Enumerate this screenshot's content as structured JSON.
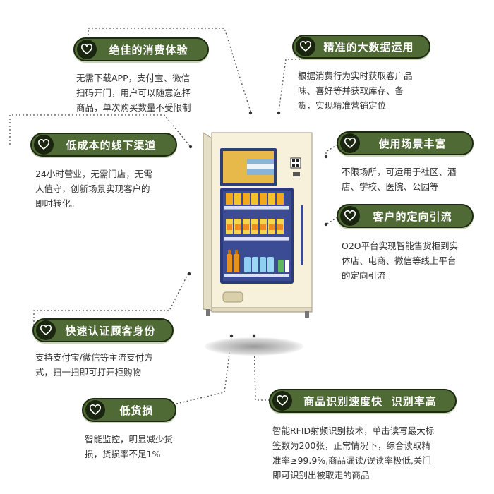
{
  "features": [
    {
      "id": "consumer-experience",
      "title": "绝佳的消费体验",
      "lines": [
        "无需下载APP，支付宝、微信",
        "扫码开门，用户可以随意选择",
        "商品，单次购买数量不受限制"
      ]
    },
    {
      "id": "big-data",
      "title": "精准的大数据运用",
      "lines": [
        "根据消费行为实时获取客户品",
        "味、喜好等并获取库存、备",
        "货，实现精准营销定位"
      ]
    },
    {
      "id": "low-cost-channel",
      "title": "低成本的线下渠道",
      "lines": [
        "24小时营业，无需门店，无需",
        "人值守，创新场景实现客户的",
        "即时转化。"
      ]
    },
    {
      "id": "rich-scenarios",
      "title": "使用场景丰富",
      "lines": [
        "不限场所，可运用于社区、酒",
        "店、学校、医院、公园等"
      ]
    },
    {
      "id": "targeted-traffic",
      "title": "客户的定向引流",
      "lines": [
        "O2O平台实现智能售货柜到实",
        "体店、电商、微信等线上平台",
        "的定向引流"
      ]
    },
    {
      "id": "fast-auth",
      "title": "快速认证顾客身份",
      "lines": [
        "支持支付宝/微信等主流支付方",
        "式，扫一扫即可打开柜购物"
      ]
    },
    {
      "id": "low-loss",
      "title": "低货损",
      "lines": [
        "智能监控，明显减少货",
        "损，货损率不足1%"
      ]
    },
    {
      "id": "fast-recognition",
      "title": "商品识别速度快  识别率高",
      "lines": [
        "智能RFID射频识别技术，单击读写最大标",
        "签数为200张，正常情况下，综合读取精",
        "准率≥99.9%,商品漏读/误读率极低,关门",
        "即可识别出被取走的商品"
      ]
    }
  ],
  "colors": {
    "pill": "#4f6a35",
    "pill_border": "#1d2a12",
    "icon_bg": "#1a2510",
    "connector": "#555555"
  },
  "icon": "heart-icon"
}
